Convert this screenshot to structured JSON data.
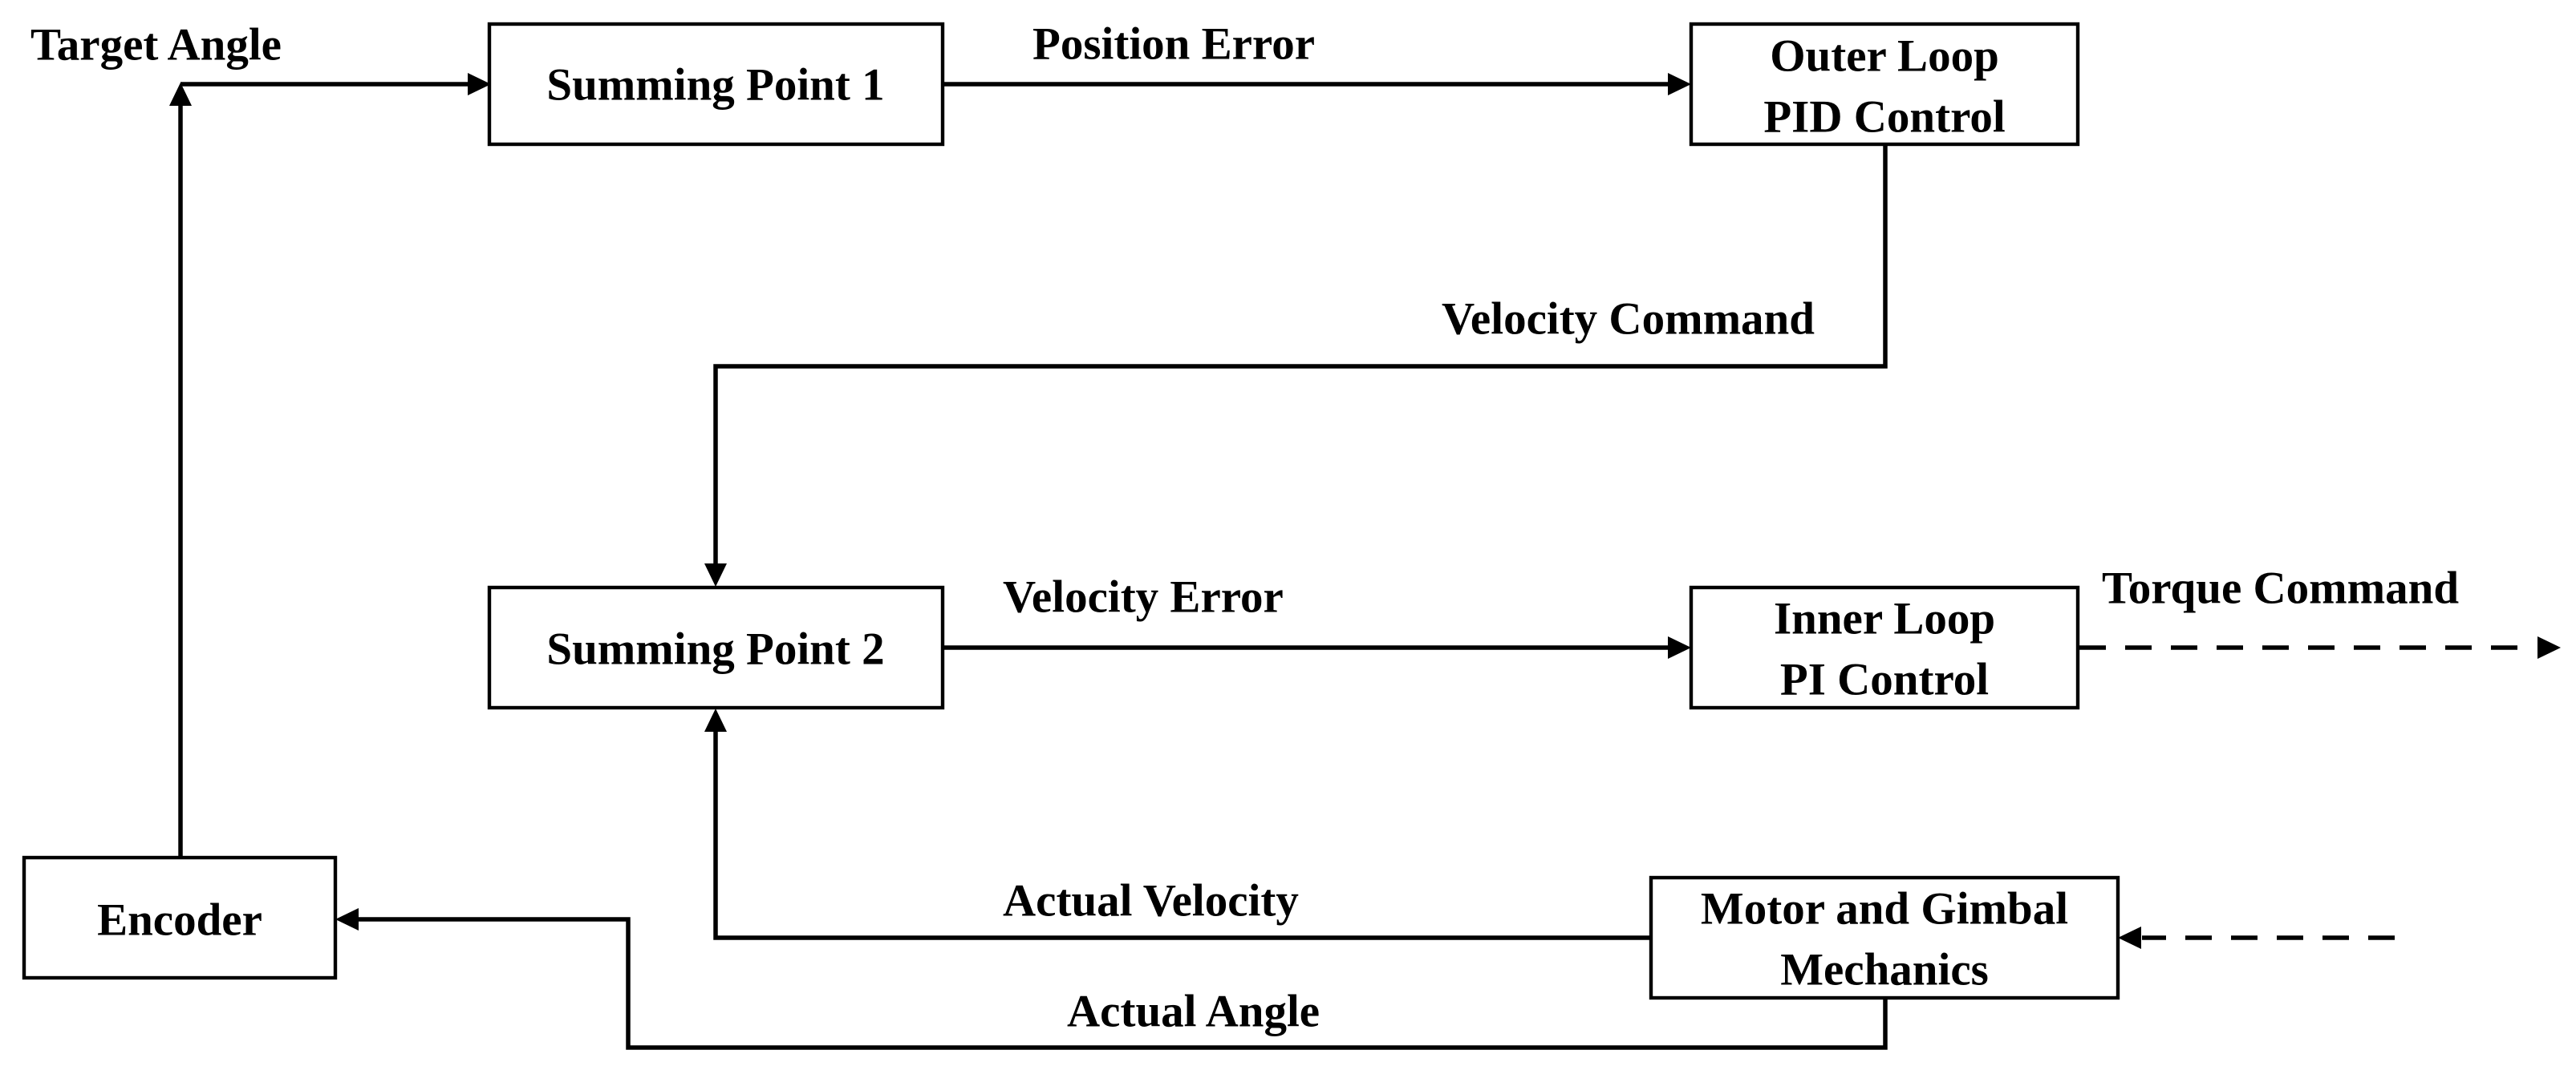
{
  "blocks": {
    "summing_point_1": "Summing Point 1",
    "outer_loop_line1": "Outer Loop",
    "outer_loop_line2": "PID Control",
    "summing_point_2": "Summing Point 2",
    "inner_loop_line1": "Inner Loop",
    "inner_loop_line2": "PI Control",
    "encoder": "Encoder",
    "motor_line1": "Motor and Gimbal",
    "motor_line2": "Mechanics"
  },
  "signals": {
    "target_angle": "Target Angle",
    "position_error": "Position Error",
    "velocity_command": "Velocity Command",
    "velocity_error": "Velocity Error",
    "torque_command": "Torque Command",
    "actual_velocity": "Actual Velocity",
    "actual_angle": "Actual Angle"
  },
  "colors": {
    "ink": "#000000",
    "background": "#ffffff"
  }
}
